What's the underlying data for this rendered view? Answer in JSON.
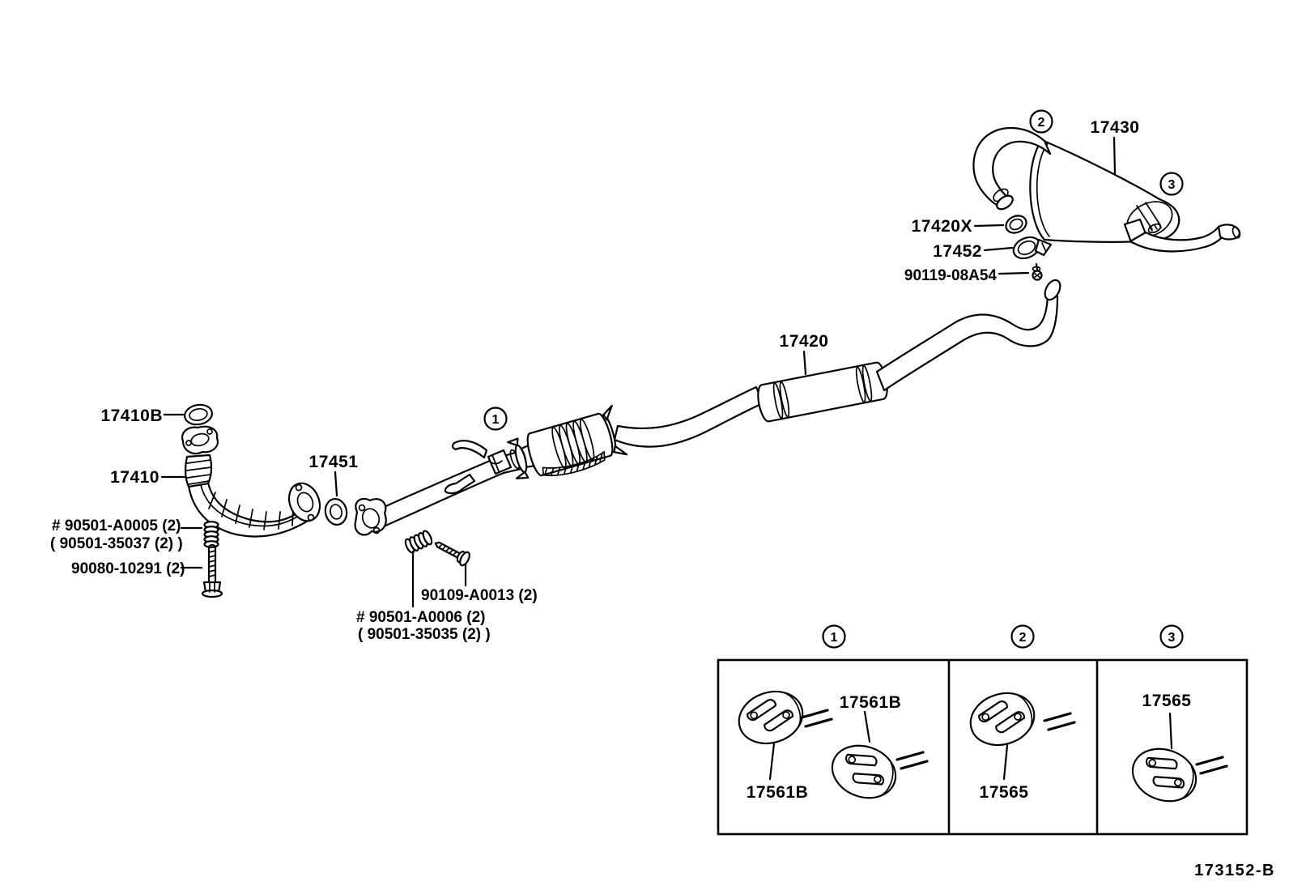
{
  "diagram": {
    "drawing_code": "173152-B",
    "parts": {
      "front_pipe_gasket": "17410B",
      "front_pipe": "17410",
      "front_gasket": "17451",
      "center_pipe": "17420",
      "muffler": "17430",
      "rear_gasket": "17420X",
      "clamp": "17452",
      "clamp_bolt": "90119-08A54",
      "front_spring_line1": "# 90501-A0005 (2)",
      "front_spring_line2": "( 90501-35037 (2) )",
      "front_bolt": "90080-10291 (2)",
      "center_bolt": "90109-A0013 (2)",
      "center_spring_line1": "# 90501-A0006 (2)",
      "center_spring_line2": "( 90501-35035 (2) )"
    },
    "callouts": {
      "one": "1",
      "two": "2",
      "three": "3"
    },
    "legend": {
      "cells": [
        {
          "callout": "1",
          "label_top": "17561B",
          "label_bottom": "17561B"
        },
        {
          "callout": "2",
          "label": "17565"
        },
        {
          "callout": "3",
          "label": "17565"
        }
      ]
    }
  }
}
